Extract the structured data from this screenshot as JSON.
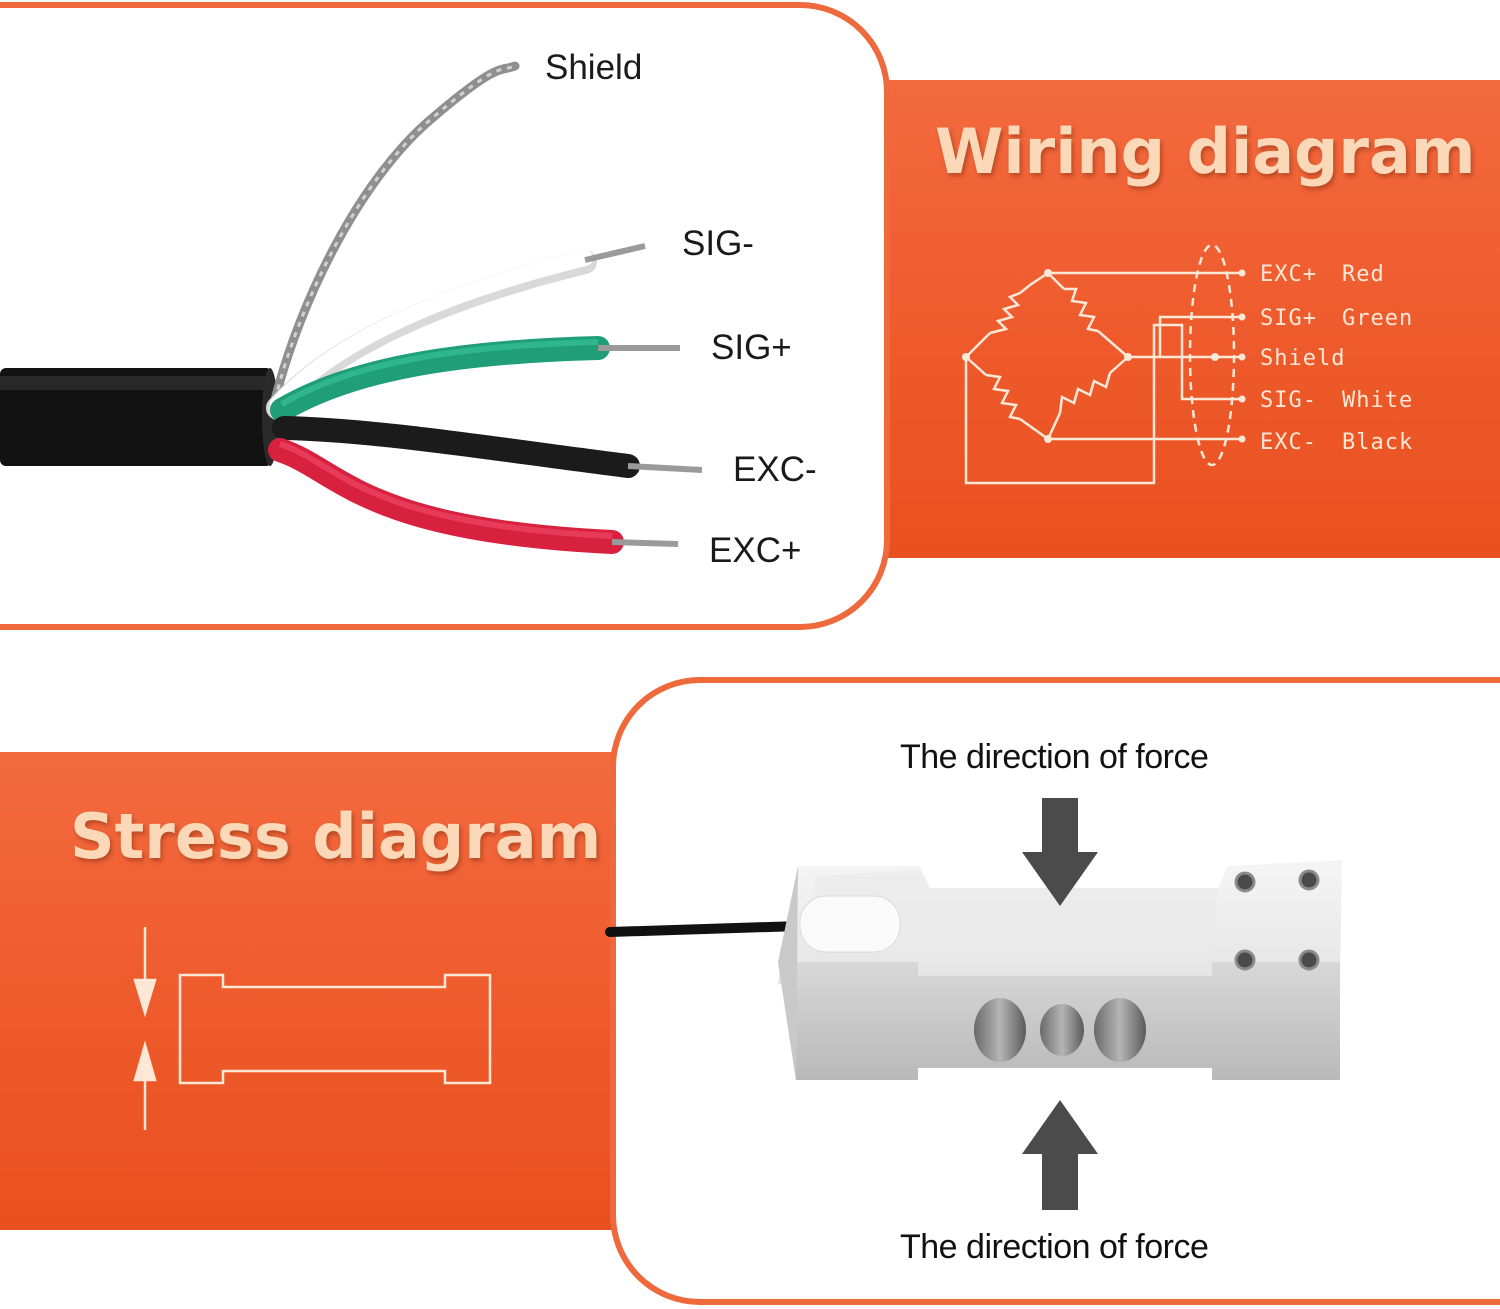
{
  "wiring": {
    "title": "Wiring diagram",
    "photo_labels": {
      "shield": "Shield",
      "sig_minus": "SIG-",
      "sig_plus": "SIG+",
      "exc_minus": "EXC-",
      "exc_plus": "EXC+"
    },
    "schematic_rows": [
      {
        "signal": "EXC+",
        "color": "Red"
      },
      {
        "signal": "SIG+",
        "color": "Green"
      },
      {
        "signal": "Shield",
        "color": ""
      },
      {
        "signal": "SIG-",
        "color": "White"
      },
      {
        "signal": "EXC-",
        "color": "Black"
      }
    ],
    "wire_colors": {
      "shield": "#9a9a9a",
      "white": "#f5f5f5",
      "green": "#1f9e78",
      "black": "#1b1b1b",
      "red": "#d8203f"
    }
  },
  "stress": {
    "title": "Stress diagram",
    "force_top": "The direction of force",
    "force_bottom": "The direction of force"
  },
  "colors": {
    "accent": "#ee5a2c",
    "title_text": "#fbd9b8"
  }
}
